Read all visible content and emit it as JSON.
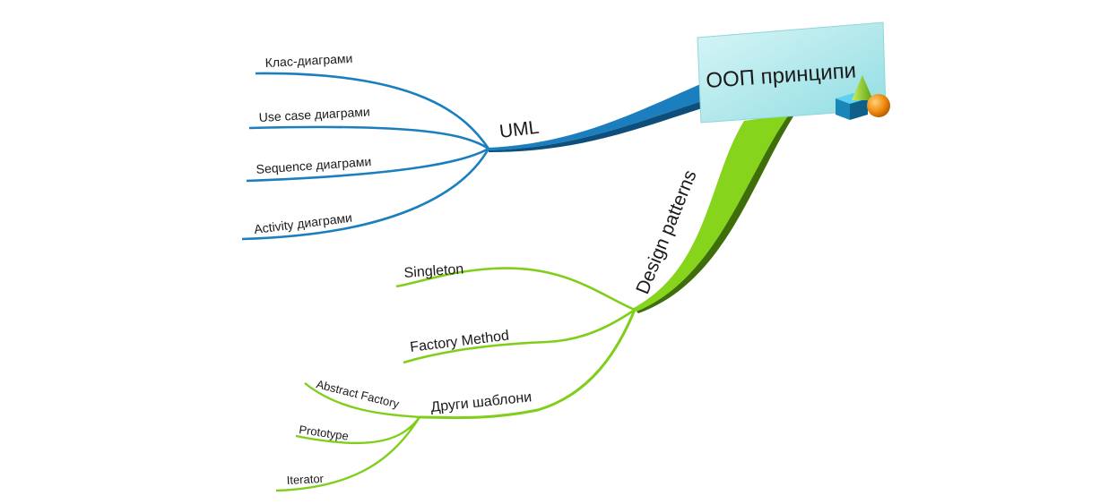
{
  "central": {
    "title": "ООП принципи",
    "fill": "#b8ecef",
    "icon": "3d-shapes-icon"
  },
  "branches": {
    "uml": {
      "label": "UML",
      "color": "#1b7fbf",
      "children": [
        "Клас-диаграми",
        "Use case диаграми",
        "Sequence диаграми",
        "Activity диаграми"
      ]
    },
    "design_patterns": {
      "label": "Design patterns",
      "color": "#7fcf1a",
      "children": [
        "Singleton",
        "Factory Method",
        "Други шаблони"
      ],
      "other_templates": {
        "label": "Други шаблони",
        "children": [
          "Abstract Factory",
          "Prototype",
          "Iterator"
        ]
      }
    }
  }
}
